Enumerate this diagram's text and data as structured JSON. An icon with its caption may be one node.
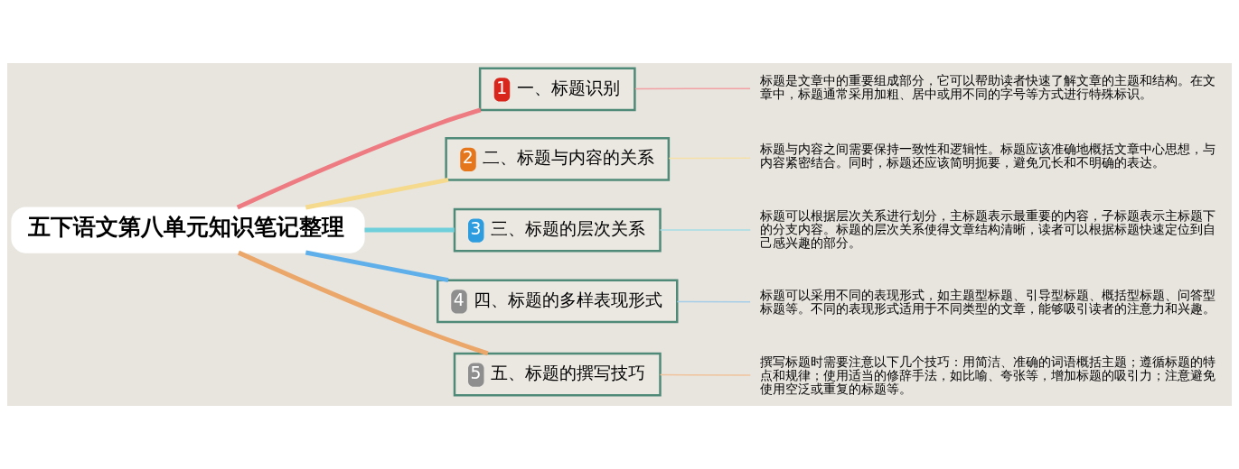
{
  "diagram": {
    "nodes": [
      {
        "text": [
          "五下语文第八单元知识笔记整理"
        ]
      },
      {
        "text": [
          "1",
          "一、标题识别"
        ]
      },
      {
        "text": [
          "2",
          "二、标题与内容的关系"
        ]
      },
      {
        "text": [
          "3",
          "三、标题的层次关系"
        ]
      },
      {
        "text": [
          "4",
          "四、标题的多样表现形式"
        ]
      },
      {
        "text": [
          "5",
          "五、标题的撰写技巧"
        ]
      },
      {
        "text": [
          "标题是文章中的重要组成部分，它可以帮助读者快速了解文章的主题和结构。在文章中，标题通常采用加粗、居中或用不同的字号等方式进行特殊标识。"
        ]
      },
      {
        "text": [
          "标题与内容之间需要保持一致性和逻辑性。标题应该准确地概括文章中心思想，与内容紧密结合。同时，标题还应该简明扼要，避免冗长和不明确的表达。"
        ]
      },
      {
        "text": [
          "标题可以根据层次关系进行划分，主标题表示最重要的内容，子标题表示主标题下的分支内容。标题的层次关系使得文章结构清晰，读者可以根据标题快速定位到自己感兴趣的部分。"
        ]
      },
      {
        "text": [
          "标题可以采用不同的表现形式，如主题型标题、引导型标题、概括型标题、问答型标题等。不同的表现形式适用于不同类型的文章，能够吸引读者的注意力和兴趣。"
        ]
      },
      {
        "text": [
          "撰写标题时需要注意以下几个技巧：用简洁、准确的词语概括主题；遵循标题的特点和规律；使用适当的修辞手法，如比喻、夸张等，增加标题的吸引力；注意避免使用空泛或重复的标题等。"
        ]
      }
    ],
    "edges": [
      {
        "from": 0,
        "to": 1,
        "arrow": "none",
        "style": "thick",
        "color": "#ee7b82"
      },
      {
        "from": 0,
        "to": 2,
        "arrow": "none",
        "style": "thick",
        "color": "#f5d98c"
      },
      {
        "from": 0,
        "to": 3,
        "arrow": "none",
        "style": "thick",
        "color": "#6fd0dc"
      },
      {
        "from": 0,
        "to": 4,
        "arrow": "none",
        "style": "thick",
        "color": "#5fb0ea"
      },
      {
        "from": 0,
        "to": 5,
        "arrow": "none",
        "style": "thick",
        "color": "#eba66a"
      },
      {
        "from": 1,
        "to": 6,
        "arrow": "none",
        "color": "#f2a0a4"
      },
      {
        "from": 2,
        "to": 7,
        "arrow": "none",
        "color": "#f5e0a8"
      },
      {
        "from": 3,
        "to": 8,
        "arrow": "none",
        "color": "#a6dce4"
      },
      {
        "from": 4,
        "to": 9,
        "arrow": "none",
        "color": "#a6cde8"
      },
      {
        "from": 5,
        "to": 10,
        "arrow": "none",
        "color": "#f0c39c"
      }
    ]
  }
}
